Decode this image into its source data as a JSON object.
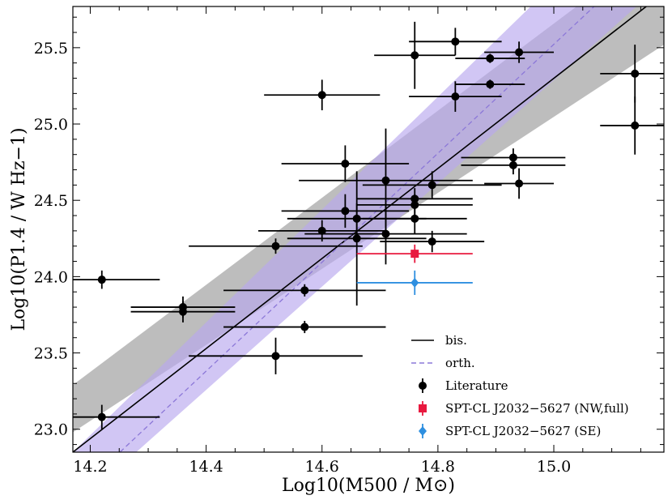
{
  "chart_data": {
    "type": "scatter",
    "xlabel": "Log10(M500 / M⊙)",
    "ylabel": "Log10(P1.4 / W Hz−1)",
    "xlim": [
      14.17,
      15.19
    ],
    "ylim": [
      22.85,
      25.77
    ],
    "x_ticks": [
      14.2,
      14.4,
      14.6,
      14.8,
      15.0
    ],
    "x_tick_labels": [
      "14.2",
      "14.4",
      "14.6",
      "14.8",
      "15.0"
    ],
    "y_ticks": [
      23.0,
      23.5,
      24.0,
      24.5,
      25.0,
      25.5
    ],
    "y_tick_labels": [
      "23.0",
      "23.5",
      "24.0",
      "24.5",
      "25.0",
      "25.5"
    ],
    "legend_position": "lower-right",
    "colors": {
      "literature": "#000000",
      "nw": "#e8193f",
      "se": "#2e8fe0",
      "bisector": "#000000",
      "orthogonal": "#8c78d8",
      "bisector_band": "#9a9a9a",
      "orthogonal_band": "#b9a7ee"
    },
    "fits": [
      {
        "name": "bis.",
        "style": "solid",
        "color": "#000000",
        "x": [
          14.17,
          15.19
        ],
        "y": [
          22.85,
          25.86
        ]
      },
      {
        "name": "orth.",
        "style": "dashed",
        "color": "#8c78d8",
        "x": [
          14.17,
          15.19
        ],
        "y": [
          22.56,
          26.2
        ]
      }
    ],
    "bands": [
      {
        "name": "bisector-band",
        "color": "#9a9a9a",
        "x": [
          14.17,
          15.19
        ],
        "lower": [
          22.98,
          25.52
        ],
        "upper": [
          23.29,
          26.2
        ]
      },
      {
        "name": "orthogonal-band",
        "color": "#b9a7ee",
        "x": [
          14.17,
          15.19
        ],
        "lower": [
          22.48,
          25.93
        ],
        "upper": [
          22.85,
          26.62
        ]
      }
    ],
    "series": [
      {
        "name": "Literature",
        "marker": "circle",
        "color": "#000000",
        "points": [
          {
            "x": 14.22,
            "y": 23.98,
            "xerr": 0.1,
            "yerr": 0.06
          },
          {
            "x": 14.22,
            "y": 23.08,
            "xerr": 0.1,
            "yerr": 0.08
          },
          {
            "x": 14.36,
            "y": 23.8,
            "xerr": 0.09,
            "yerr": 0.07
          },
          {
            "x": 14.36,
            "y": 23.77,
            "xerr": 0.09,
            "yerr": 0.07
          },
          {
            "x": 14.52,
            "y": 24.2,
            "xerr": 0.15,
            "yerr": 0.05
          },
          {
            "x": 14.52,
            "y": 23.48,
            "xerr": 0.15,
            "yerr": 0.12
          },
          {
            "x": 14.57,
            "y": 23.91,
            "xerr": 0.14,
            "yerr": 0.04
          },
          {
            "x": 14.57,
            "y": 23.67,
            "xerr": 0.14,
            "yerr": 0.04
          },
          {
            "x": 14.6,
            "y": 25.19,
            "xerr": 0.1,
            "yerr": 0.1
          },
          {
            "x": 14.6,
            "y": 24.3,
            "xerr": 0.11,
            "yerr": 0.07
          },
          {
            "x": 14.64,
            "y": 24.74,
            "xerr": 0.11,
            "yerr": 0.12
          },
          {
            "x": 14.64,
            "y": 24.43,
            "xerr": 0.11,
            "yerr": 0.11
          },
          {
            "x": 14.66,
            "y": 24.38,
            "xerr": 0.12,
            "yerr": 0.1
          },
          {
            "x": 14.66,
            "y": 24.25,
            "xerr": 0.12,
            "yerr": 0.44
          },
          {
            "x": 14.71,
            "y": 24.63,
            "xerr": 0.15,
            "yerr": 0.34
          },
          {
            "x": 14.71,
            "y": 24.28,
            "xerr": 0.14,
            "yerr": 0.2
          },
          {
            "x": 14.76,
            "y": 25.45,
            "xerr": 0.07,
            "yerr": 0.22
          },
          {
            "x": 14.76,
            "y": 24.51,
            "xerr": 0.1,
            "yerr": 0.07
          },
          {
            "x": 14.76,
            "y": 24.47,
            "xerr": 0.1,
            "yerr": 0.07
          },
          {
            "x": 14.76,
            "y": 24.38,
            "xerr": 0.09,
            "yerr": 0.1
          },
          {
            "x": 14.79,
            "y": 24.6,
            "xerr": 0.12,
            "yerr": 0.09
          },
          {
            "x": 14.79,
            "y": 24.23,
            "xerr": 0.09,
            "yerr": 0.07
          },
          {
            "x": 14.83,
            "y": 25.54,
            "xerr": 0.08,
            "yerr": 0.09
          },
          {
            "x": 14.83,
            "y": 25.18,
            "xerr": 0.08,
            "yerr": 0.1
          },
          {
            "x": 14.89,
            "y": 25.43,
            "xerr": 0.06,
            "yerr": 0.03
          },
          {
            "x": 14.89,
            "y": 25.26,
            "xerr": 0.06,
            "yerr": 0.03
          },
          {
            "x": 14.93,
            "y": 24.78,
            "xerr": 0.09,
            "yerr": 0.06
          },
          {
            "x": 14.93,
            "y": 24.73,
            "xerr": 0.09,
            "yerr": 0.06
          },
          {
            "x": 14.94,
            "y": 25.47,
            "xerr": 0.06,
            "yerr": 0.07
          },
          {
            "x": 14.94,
            "y": 24.61,
            "xerr": 0.06,
            "yerr": 0.1
          },
          {
            "x": 15.14,
            "y": 25.33,
            "xerr": 0.06,
            "yerr": 0.19
          },
          {
            "x": 15.14,
            "y": 24.99,
            "xerr": 0.06,
            "yerr": 0.19
          }
        ]
      },
      {
        "name": "SPT-CL J2032−5627 (NW,full)",
        "marker": "square",
        "color": "#e8193f",
        "points": [
          {
            "x": 14.76,
            "y": 24.15,
            "xerr": 0.1,
            "yerr": 0.06
          }
        ]
      },
      {
        "name": "SPT-CL J2032−5627 (SE)",
        "marker": "diamond",
        "color": "#2e8fe0",
        "points": [
          {
            "x": 14.76,
            "y": 23.96,
            "xerr": 0.1,
            "yerr": 0.08
          }
        ]
      }
    ],
    "legend": [
      {
        "label": "bis.",
        "kind": "line-solid",
        "color": "#000000"
      },
      {
        "label": "orth.",
        "kind": "line-dashed",
        "color": "#8c78d8"
      },
      {
        "label": "Literature",
        "kind": "errorbar-circle",
        "color": "#000000"
      },
      {
        "label": "SPT-CL J2032−5627 (NW,full)",
        "kind": "errorbar-square",
        "color": "#e8193f"
      },
      {
        "label": "SPT-CL J2032−5627 (SE)",
        "kind": "errorbar-diamond",
        "color": "#2e8fe0"
      }
    ]
  }
}
